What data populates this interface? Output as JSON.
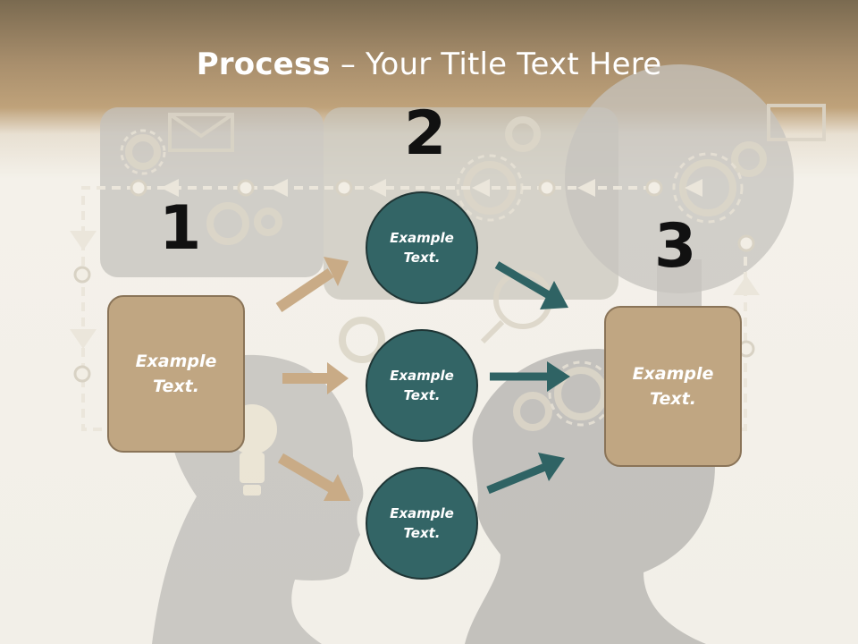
{
  "title": {
    "bold": "Process",
    "rest": " – Your Title Text Here"
  },
  "steps": [
    {
      "number": "1",
      "label": "Example\nText."
    },
    {
      "number": "2"
    },
    {
      "number": "3",
      "label": "Example\nText."
    }
  ],
  "nodes": [
    {
      "label": "Example\nText."
    },
    {
      "label": "Example\nText."
    },
    {
      "label": "Example\nText."
    }
  ],
  "colors": {
    "tan": "#c0a682",
    "teal": "#336566",
    "tan_arrow": "#c9ab86",
    "teal_arrow": "#2f6364"
  }
}
